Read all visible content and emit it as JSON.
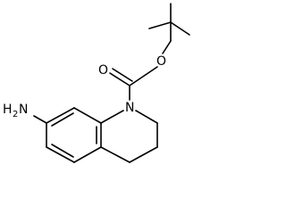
{
  "molecule": {
    "atoms": {
      "amine_h": "H",
      "amine_h_count": "2",
      "amine_n": "N",
      "ring_n": "N",
      "carbonyl_o": "O",
      "ester_o": "O"
    },
    "colors": {
      "bond": "#000000",
      "label": "#000000",
      "background": "#ffffff"
    }
  }
}
